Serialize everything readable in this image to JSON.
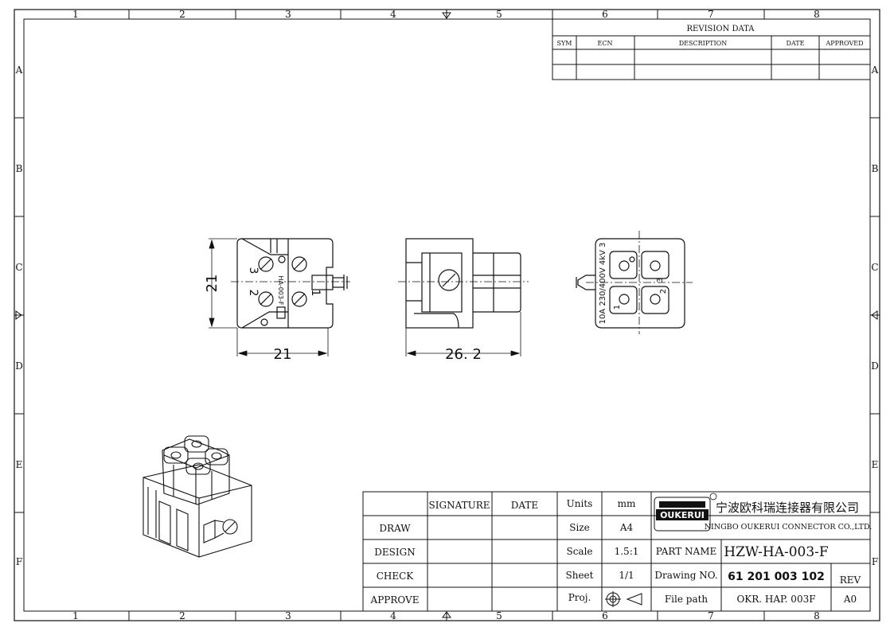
{
  "border": {
    "columns": [
      "1",
      "2",
      "3",
      "4",
      "5",
      "6",
      "7",
      "8"
    ],
    "rows": [
      "A",
      "B",
      "C",
      "D",
      "E",
      "F"
    ]
  },
  "revision": {
    "title": "REVISION   DATA",
    "headers": [
      "SYM",
      "ECN",
      "DESCRIPTION",
      "DATE",
      "APPROVED"
    ]
  },
  "dimensions": {
    "front_height": "21",
    "front_width": "21",
    "side_length": "26. 2"
  },
  "front_view": {
    "marking": "HA-003-F",
    "pin_3": "3",
    "pin_2": "2",
    "pin_1": "1"
  },
  "rear_view": {
    "marking": "10A 230/400V 4kV 3",
    "pin_1": "1",
    "pin_2": "2",
    "pin_3": "3"
  },
  "title_block": {
    "signature_header": "SIGNATURE",
    "date_header": "DATE",
    "rows": [
      "DRAW",
      "DESIGN",
      "CHECK",
      "APPROVE"
    ],
    "units_label": "Units",
    "units_value": "mm",
    "size_label": "Size",
    "size_value": "A4",
    "scale_label": "Scale",
    "scale_value": "1.5:1",
    "sheet_label": "Sheet",
    "sheet_value": "1/1",
    "proj_label": "Proj.",
    "logo_text": "OUKERUI",
    "company_cn": "宁波欧科瑞连接器有限公司",
    "company_en": "NINGBO OUKERUI CONNECTOR CO.,LTD.",
    "part_name_label": "PART NAME",
    "part_name_value": "HZW-HA-003-F",
    "drawing_no_label": "Drawing NO.",
    "drawing_no_value": "61 201 003 102",
    "rev_label": "REV",
    "file_path_label": "File path",
    "file_path_value": "OKR. HAP. 003F",
    "rev_value": "A0"
  }
}
